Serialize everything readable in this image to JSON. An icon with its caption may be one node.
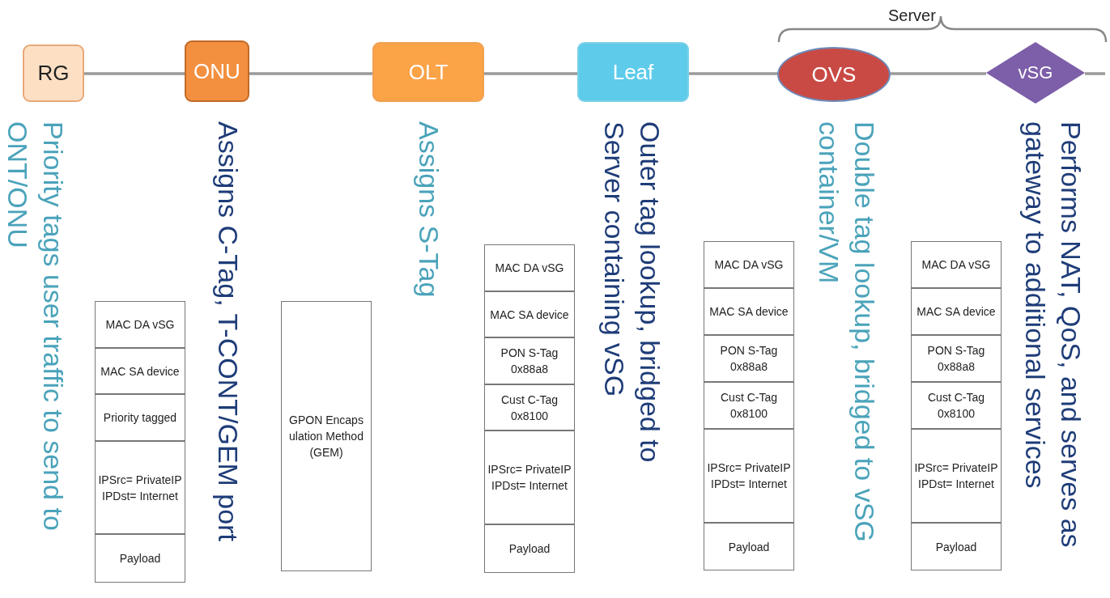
{
  "diagram": {
    "nodes": [
      {
        "text": [
          "RG"
        ]
      },
      {
        "text": [
          "ONU"
        ]
      },
      {
        "text": [
          "OLT"
        ]
      },
      {
        "text": [
          "Leaf"
        ]
      },
      {
        "text": [
          "OVS"
        ]
      },
      {
        "text": [
          "vSG"
        ]
      },
      {
        "text": [
          "MAC DA vSG"
        ]
      },
      {
        "text": [
          "MAC SA device"
        ]
      },
      {
        "text": [
          "Priority tagged"
        ]
      },
      {
        "text": [
          "IPSrc= PrivateIP IPDst= Internet"
        ]
      },
      {
        "text": [
          "Payload"
        ]
      },
      {
        "text": [
          "GPON Encapsulation Method (GEM)"
        ]
      },
      {
        "text": [
          "MAC DA vSG"
        ]
      },
      {
        "text": [
          "MAC SA device"
        ]
      },
      {
        "text": [
          "PON S-Tag 0x88a8"
        ]
      },
      {
        "text": [
          "Cust C-Tag 0x8100"
        ]
      },
      {
        "text": [
          "IPSrc= PrivateIP IPDst= Internet"
        ]
      },
      {
        "text": [
          "Payload"
        ]
      },
      {
        "text": [
          "MAC DA vSG"
        ]
      },
      {
        "text": [
          "MAC SA device"
        ]
      },
      {
        "text": [
          "PON S-Tag 0x88a8"
        ]
      },
      {
        "text": [
          "Cust C-Tag 0x8100"
        ]
      },
      {
        "text": [
          "IPSrc= PrivateIP IPDst= Internet"
        ]
      },
      {
        "text": [
          "Payload"
        ]
      },
      {
        "text": [
          "MAC DA vSG"
        ]
      },
      {
        "text": [
          "MAC SA device"
        ]
      },
      {
        "text": [
          "PON S-Tag 0x88a8"
        ]
      },
      {
        "text": [
          "Cust C-Tag 0x8100"
        ]
      },
      {
        "text": [
          "IPSrc= PrivateIP IPDst= Internet"
        ]
      },
      {
        "text": [
          "Payload"
        ]
      }
    ],
    "edges": [
      {
        "from": 0,
        "to": 1,
        "arrow": "none"
      },
      {
        "from": 1,
        "to": 2,
        "arrow": "none"
      },
      {
        "from": 2,
        "to": 3,
        "arrow": "none"
      },
      {
        "from": 3,
        "to": 4,
        "arrow": "none"
      },
      {
        "from": 4,
        "to": 5,
        "arrow": "none"
      },
      {
        "from": 5,
        "to": null,
        "arrow": "none"
      }
    ],
    "labels": [
      "Server",
      "Priority tags user traffic to send to ONT/ONU",
      "Assigns C-Tag, T-CONT/GEM port",
      "Assigns S-Tag",
      "Outer tag lookup, bridged to Server containing vSG",
      "Double tag lookup, bridged to vSG container/VM",
      "Performs NAT, QoS, and serves as gateway to additional services"
    ]
  }
}
